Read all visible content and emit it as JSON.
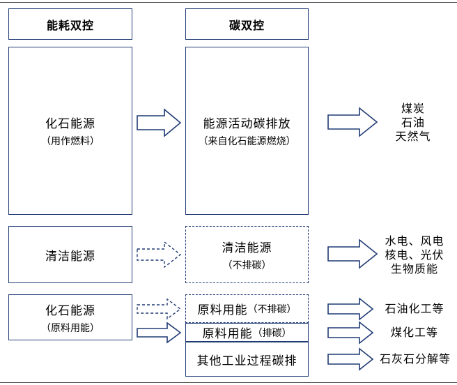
{
  "headers": {
    "energy": "能耗双控",
    "carbon": "碳双控"
  },
  "left": {
    "fossil_fuel": {
      "title": "化石能源",
      "note": "（用作燃料）"
    },
    "clean": {
      "title": "清洁能源"
    },
    "fossil_feed": {
      "title": "化石能源",
      "note": "（原料用能）"
    }
  },
  "middle": {
    "energy_activity": {
      "title": "能源活动碳排放",
      "note": "（来自化石能源燃烧）"
    },
    "clean": {
      "title": "清洁能源",
      "note": "（不排碳）"
    },
    "feed_nonemit": {
      "title": "原料用能",
      "note": "（不排碳）"
    },
    "feed_emit": {
      "title": "原料用能",
      "note": "（排碳）"
    },
    "industrial": {
      "title": "其他工业过程碳排"
    }
  },
  "right": {
    "fossil": [
      "煤炭",
      "石油",
      "天然气"
    ],
    "clean": [
      "水电、风电",
      "核电、光伏",
      "生物质能"
    ],
    "petrochem": "石油化工等",
    "coalchem": "煤化工等",
    "limestone": "石灰石分解等"
  },
  "colors": {
    "border": "#1f3a73",
    "line": "#555555"
  }
}
